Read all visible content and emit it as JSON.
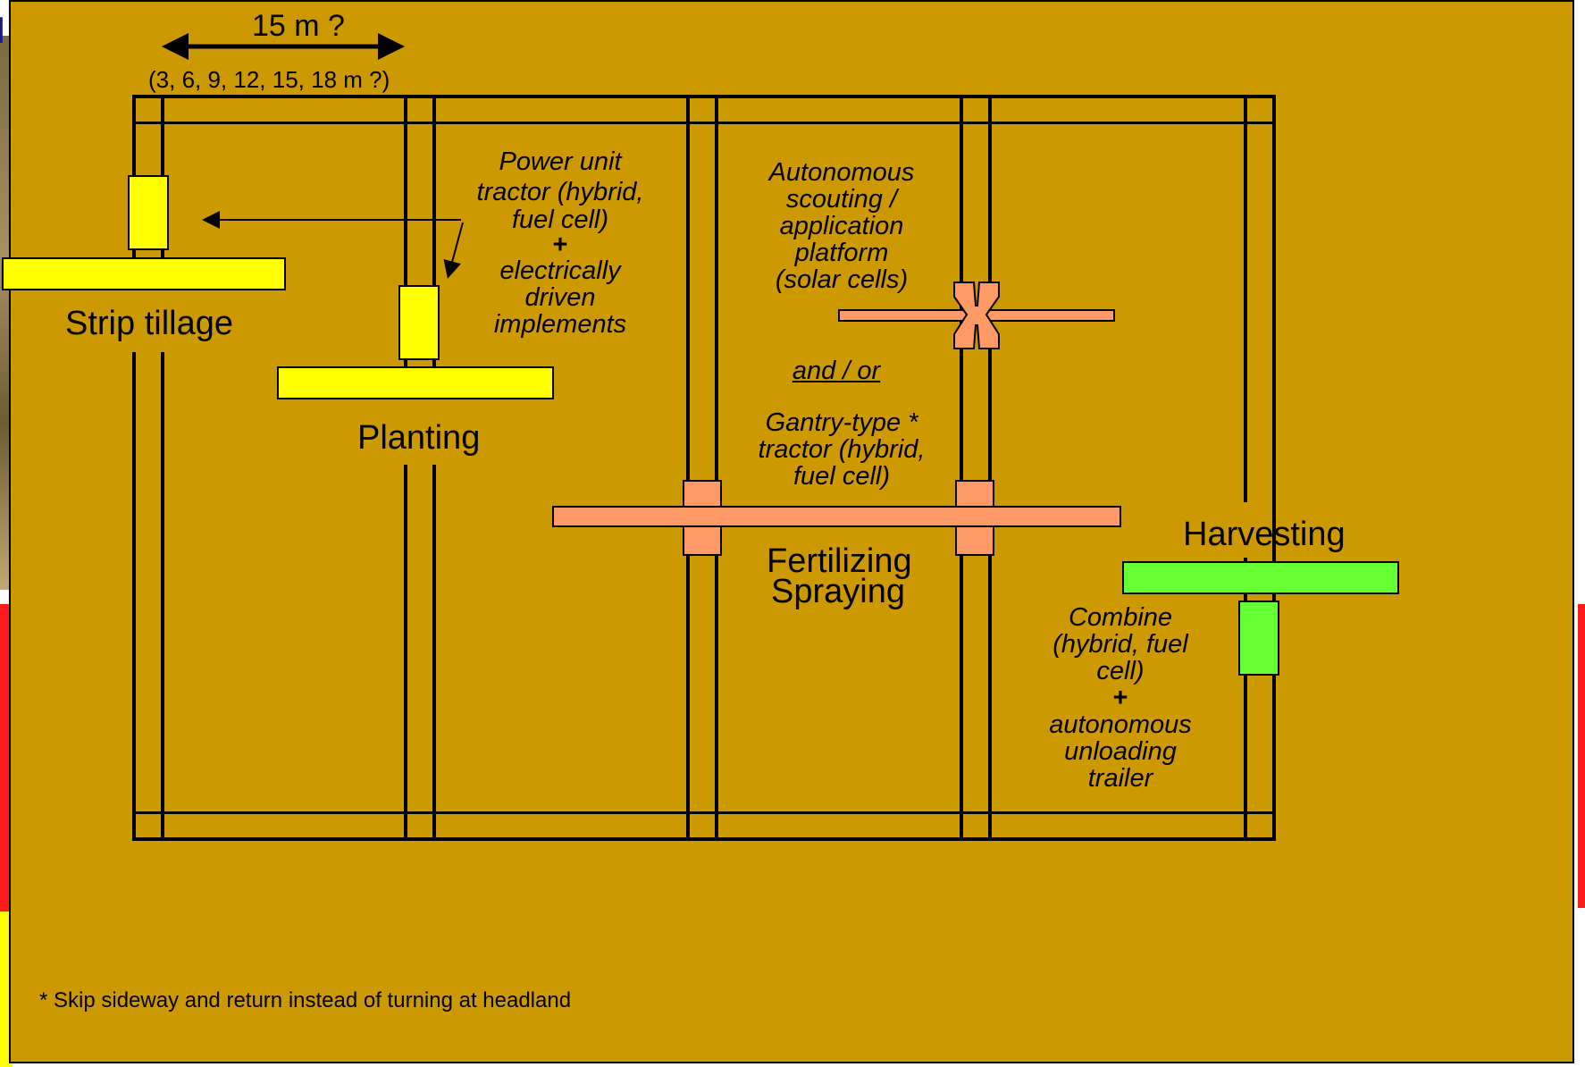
{
  "width_label": "15 m ?",
  "width_options": "(3, 6, 9, 12, 15, 18 m ?)",
  "operations": {
    "strip_tillage": "Strip tillage",
    "planting": "Planting",
    "fertilizing": "Fertilizing",
    "spraying": "Spraying",
    "harvesting": "Harvesting"
  },
  "notes": {
    "power_unit": [
      "Power unit",
      "tractor (hybrid,",
      "fuel cell)",
      "+",
      "electrically",
      "driven",
      "implements"
    ],
    "autonomous": [
      "Autonomous",
      "scouting /",
      "application",
      "platform",
      "(solar cells)"
    ],
    "and_or": "and / or",
    "gantry": [
      "Gantry-type *",
      "tractor (hybrid,",
      "fuel cell)"
    ],
    "combine": [
      "Combine",
      "(hybrid, fuel",
      "cell)",
      "+",
      "autonomous",
      "unloading",
      "trailer"
    ]
  },
  "footnote": "* Skip sideway and return instead of turning at headland",
  "colors": {
    "panel": "#cc9900",
    "tillage_planting": "#ffff00",
    "fertilizing_spraying": "#ff9966",
    "harvesting": "#66ff33"
  }
}
